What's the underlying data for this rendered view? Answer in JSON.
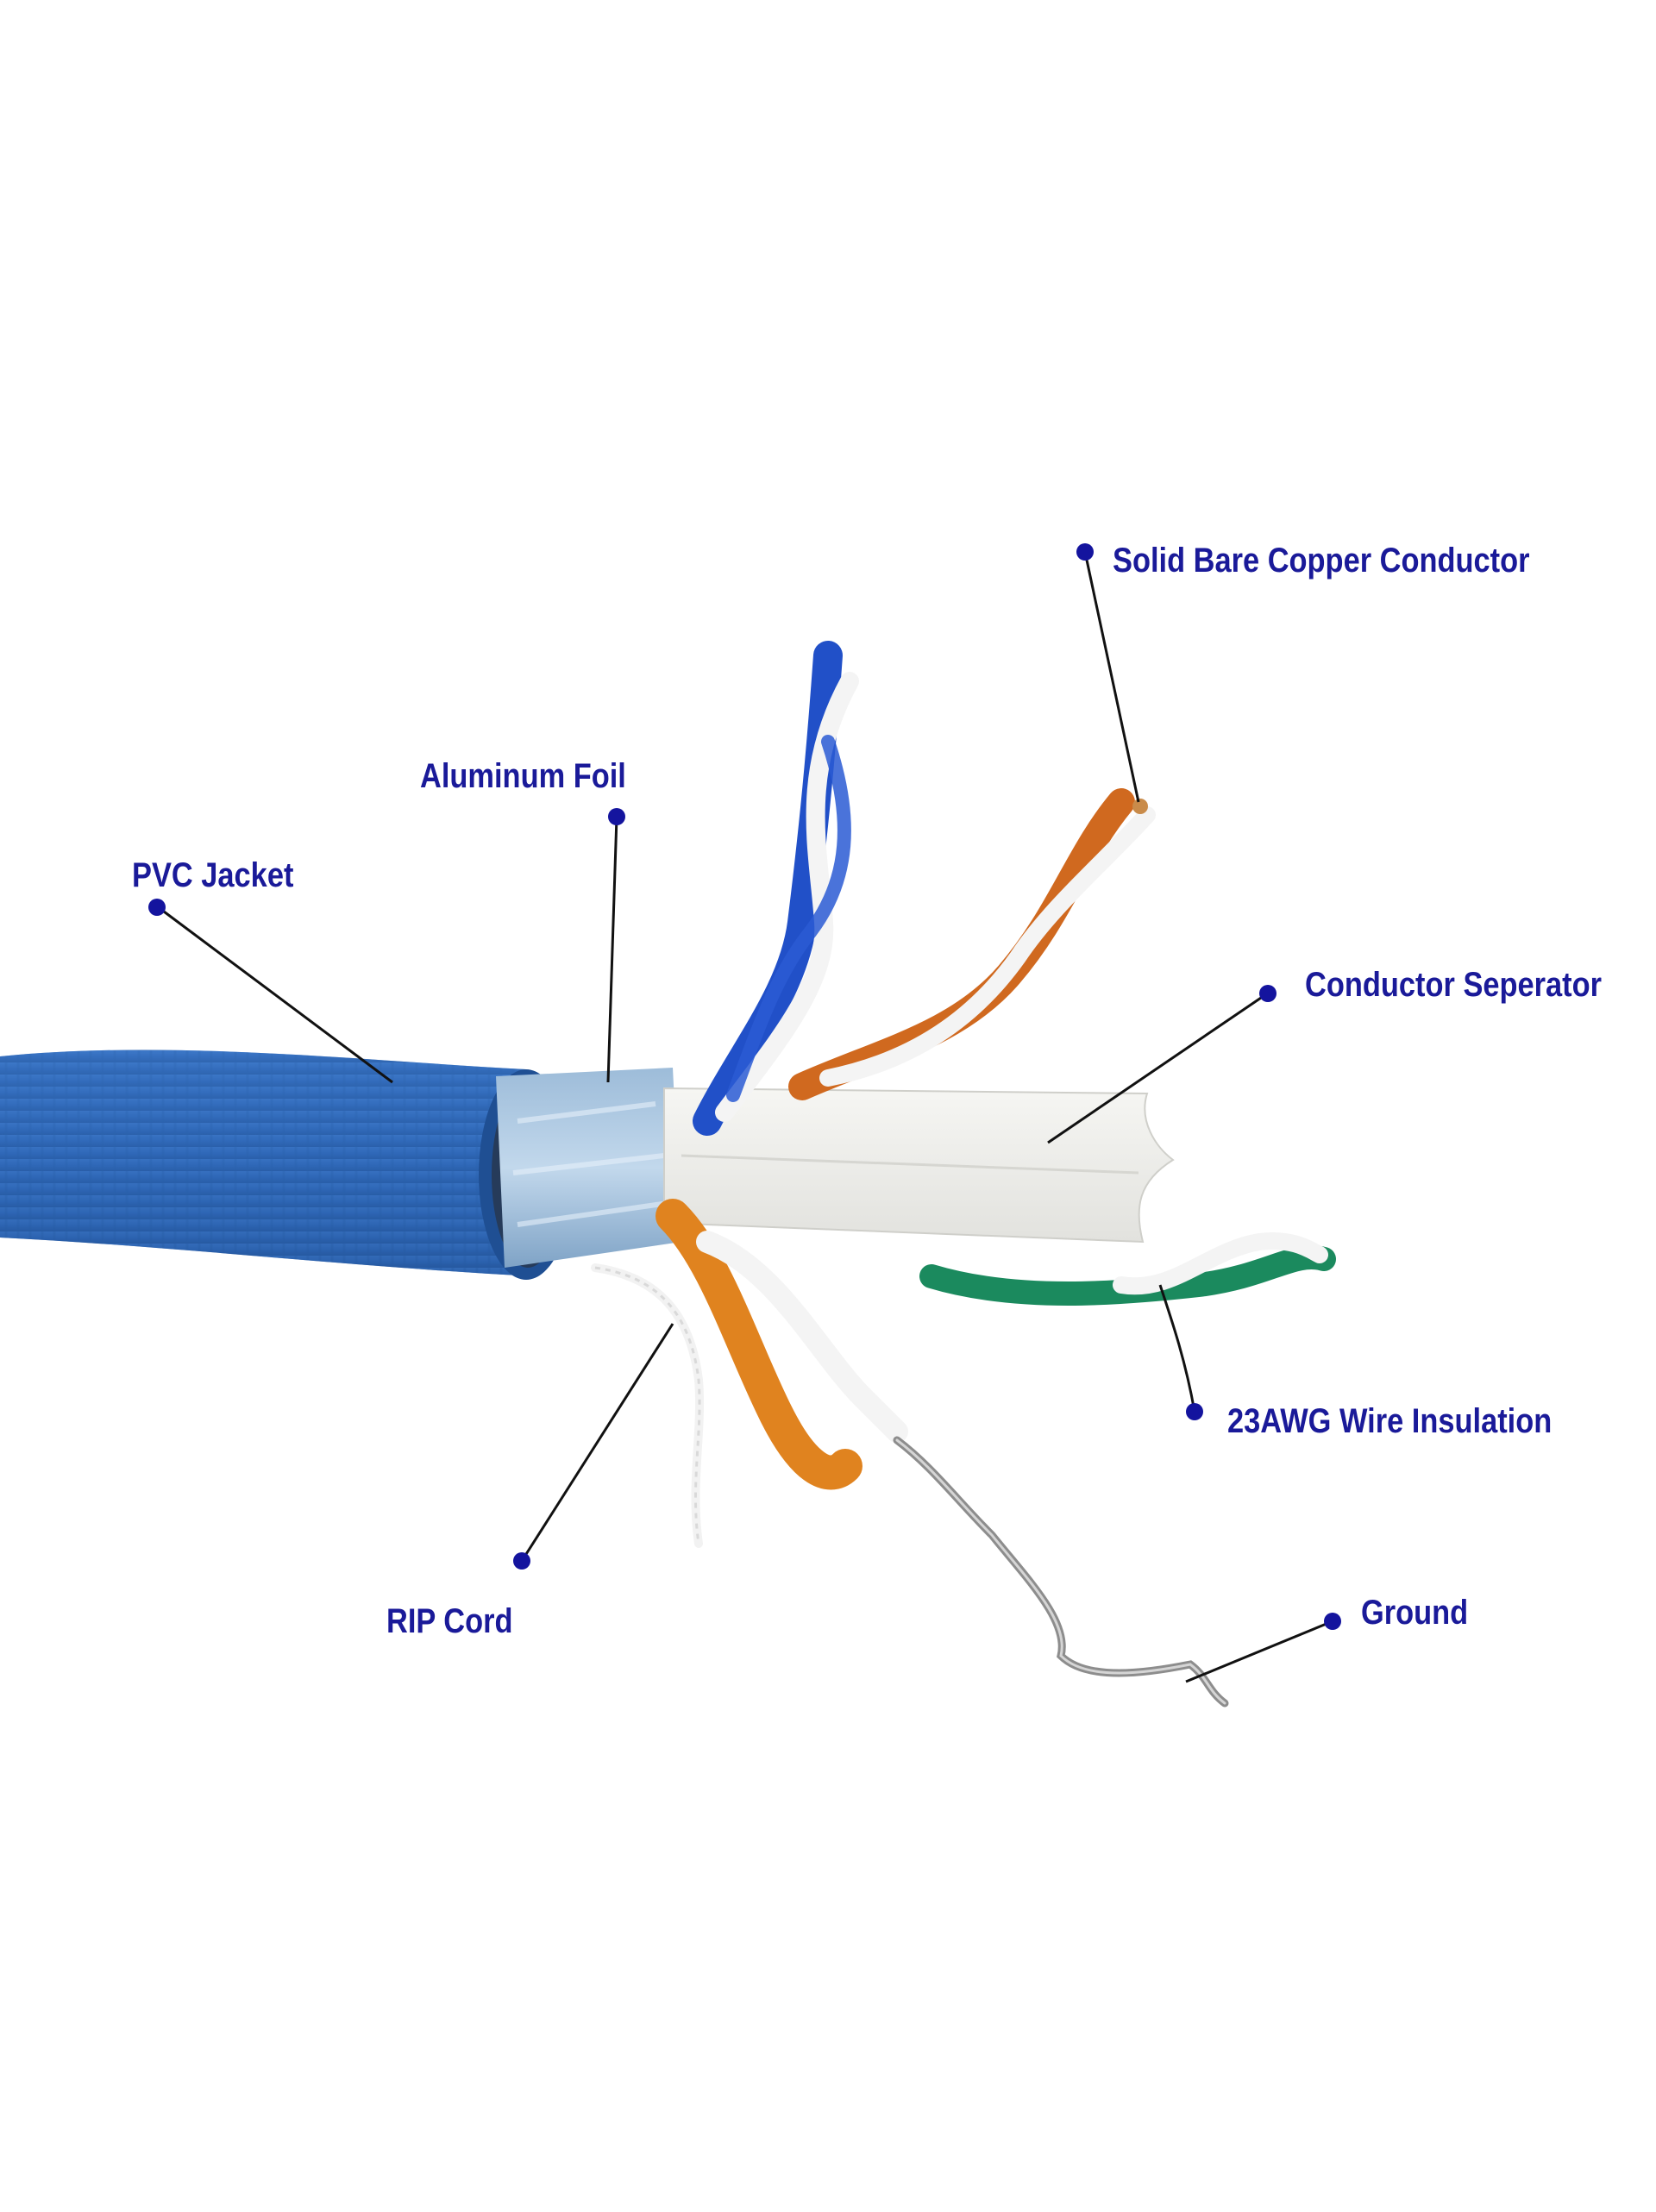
{
  "diagram": {
    "colors": {
      "label_text": "#1a1a99",
      "marker": "#14149e",
      "leader_line": "#111111",
      "pvc_jacket": "#2f68b8",
      "aluminum_foil": "#a9c7e3",
      "separator": "#f1f1ee",
      "blue_pair": "#2150c8",
      "orange_pair": "#d0691f",
      "green_pair": "#1b8a5e",
      "ground_wire": "#9a9a9a"
    },
    "labels": {
      "solid_copper": "Solid Bare Copper Conductor",
      "aluminum_foil": "Aluminum Foil",
      "pvc_jacket": "PVC Jacket",
      "conductor_separator": "Conductor Seperator",
      "wire_insulation": "23AWG Wire Insulation",
      "rip_cord": "RIP Cord",
      "ground": "Ground"
    }
  }
}
